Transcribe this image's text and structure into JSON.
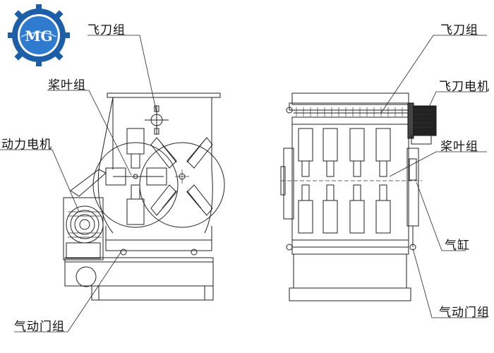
{
  "logo": {
    "text": "MG",
    "colors": {
      "gear": "#1c5fa8",
      "ring": "#2f7bd0",
      "text": "#ffffff"
    }
  },
  "left_view": {
    "labels": {
      "fly_knife_group": "飞刀组",
      "paddle_group": "桨叶组",
      "power_motor": "动力电机",
      "pneumatic_door_group": "气动门组"
    }
  },
  "right_view": {
    "labels": {
      "fly_knife_group": "飞刀组",
      "fly_knife_motor": "飞刀电机",
      "paddle_group": "桨叶组",
      "cylinder": "气缸",
      "pneumatic_door_group": "气动门组"
    }
  }
}
